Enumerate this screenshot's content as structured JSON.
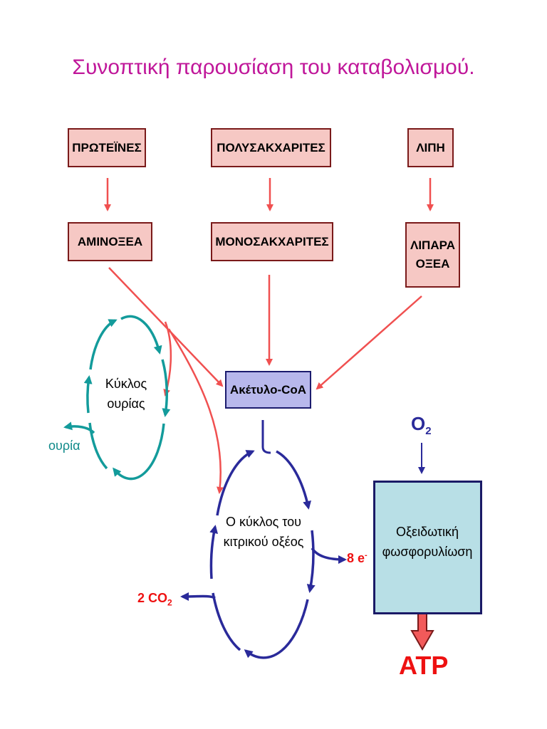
{
  "title": "Συνοπτική παρουσίαση του καταβολισμού.",
  "nodes": {
    "proteins": "ΠΡΩΤΕΪΝΕΣ",
    "polysaccharides": "ΠΟΛΥΣΑΚΧΑΡΙΤΕΣ",
    "lipids": "ΛΙΠΗ",
    "amino_acids": "ΑΜΙΝΟΞΕΑ",
    "monosaccharides": "ΜΟΝΟΣΑΚΧΑΡΙΤΕΣ",
    "fatty_acids_line1": "ΛΙΠΑΡΑ",
    "fatty_acids_line2": "ΟΞΕΑ",
    "acetyl_coa": "Ακέτυλο-CoA",
    "urea_cycle_line1": "Κύκλος",
    "urea_cycle_line2": "ουρίας",
    "urea": "ουρία",
    "citric_cycle_line1": "Ο κύκλος του",
    "citric_cycle_line2": "κιτρικού οξέος",
    "electrons": "8 e",
    "electrons_sup": "-",
    "co2_prefix": "2 CO",
    "co2_sub": "2",
    "o2": "O",
    "o2_sub": "2",
    "oxidative_line1": "Οξειδωτική",
    "oxidative_line2": "φωσφορυλίωση",
    "atp": "ATP"
  },
  "colors": {
    "title": "#c0179a",
    "red_arrow": "#f05050",
    "teal_cycle": "#139b9b",
    "blue_cycle": "#2a2a9a",
    "box_fill": "#f6c8c4",
    "acetyl_fill": "#b8b8ec",
    "oxidative_fill": "#b8dfe6",
    "atp_arrow": "#f25a5a"
  }
}
